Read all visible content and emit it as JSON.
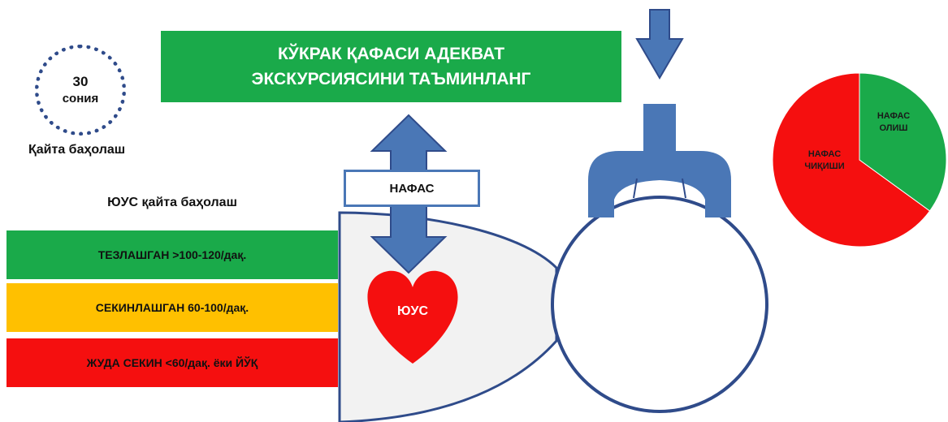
{
  "timer": {
    "value": "30",
    "unit": "сония"
  },
  "reassess_label": "Қайта баҳолаш",
  "banner": {
    "line1": "КЎКРАК ҚАФАСИ АДЕКВАТ",
    "line2": "ЭКСКУРСИЯСИНИ ТАЪМИНЛАНГ"
  },
  "breath_label": "НАФАС",
  "heart_label": "ЮУС",
  "heart_rate": {
    "title": "ЮУС қайта баҳолаш",
    "levels": [
      {
        "label": "ТЕЗЛАШГАН >100-120/дақ.",
        "color": "#1aaa4a"
      },
      {
        "label": "СЕКИНЛАШГАН 60-100/дақ.",
        "color": "#ffc000"
      },
      {
        "label": "ЖУДА СЕКИН <60/дақ. ёки ЙЎҚ",
        "color": "#f50f0f"
      }
    ]
  },
  "breath_cycle": {
    "inhale": {
      "line1": "НАФАС",
      "line2": "ОЛИШ",
      "share": 0.35,
      "color": "#1aaa4a"
    },
    "exhale": {
      "line1": "НАФАС",
      "line2": "ЧИҚИШИ",
      "share": 0.65,
      "color": "#f50f0f"
    }
  },
  "colors": {
    "arrow": "#4a77b6",
    "outline": "#2f4b8a",
    "heart": "#f50f0f",
    "body_fill": "#f2f2f2"
  }
}
